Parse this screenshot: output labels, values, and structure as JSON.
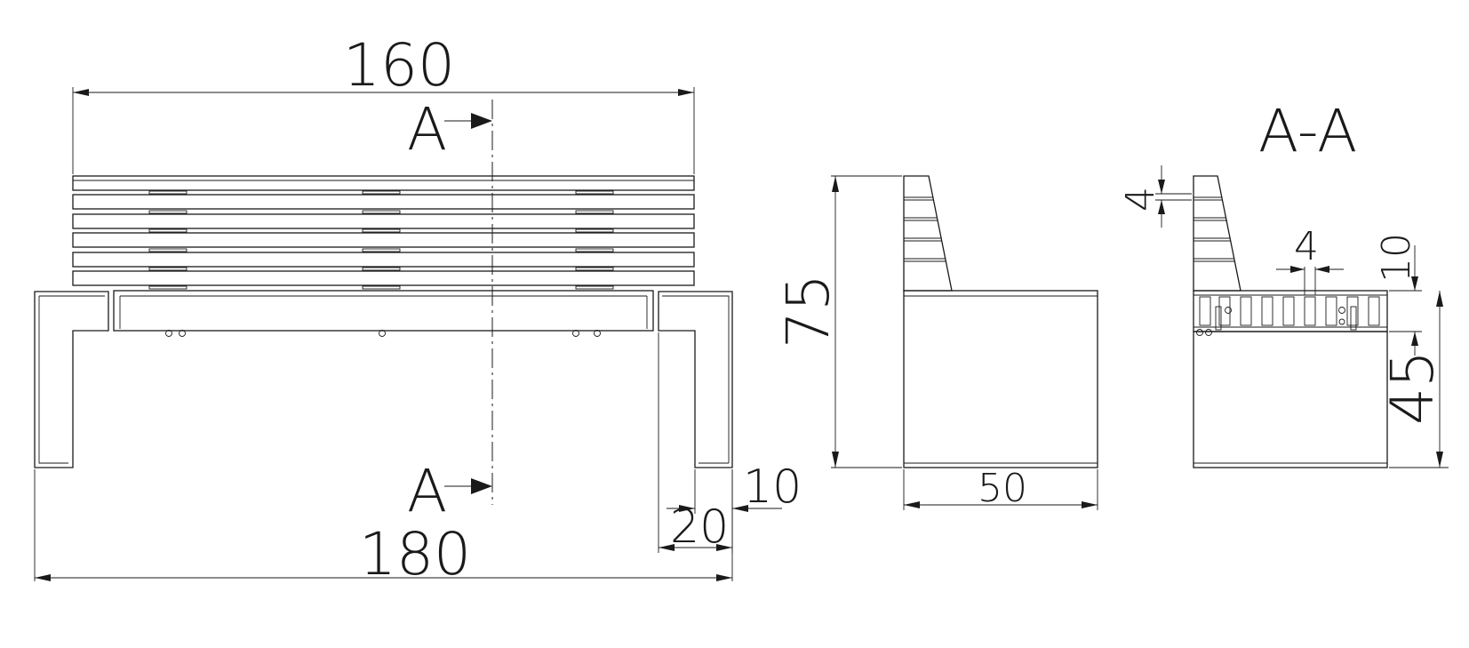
{
  "dimensions": {
    "top_width": "160",
    "total_width": "180",
    "leg_width": "20",
    "leg_gap": "10",
    "height": "75",
    "depth": "50",
    "slat_thickness": "4",
    "slat_gap": "4",
    "seat_thickness": "10",
    "seat_height": "45"
  },
  "section": {
    "marker_top": "A",
    "marker_bottom": "A",
    "title": "A-A"
  }
}
